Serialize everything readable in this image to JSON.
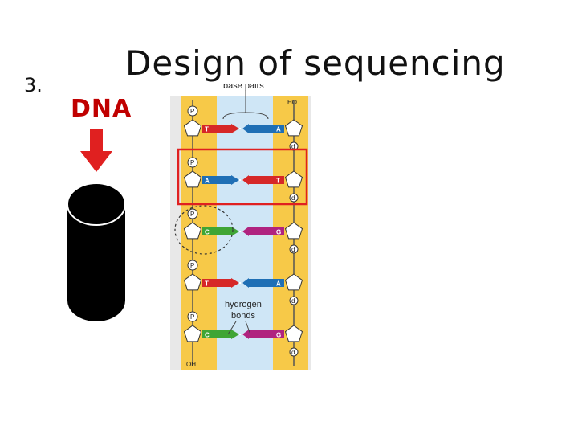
{
  "slide": {
    "number": "3.",
    "title": "Design of sequencing",
    "dna_label": "DNA"
  },
  "figure": {
    "base_pairs_label": "base pairs",
    "hydrogen_bonds_label": [
      "hydrogen",
      "bonds"
    ],
    "end_top": "HO",
    "end_bottom": "OH",
    "phosphate_label": "P",
    "sugar_label": "d",
    "rungs": [
      {
        "left": "T",
        "right": "A",
        "left_color": "#d62828",
        "right_color": "#1f6fb5"
      },
      {
        "left": "A",
        "right": "T",
        "left_color": "#1f6fb5",
        "right_color": "#d62828"
      },
      {
        "left": "C",
        "right": "G",
        "left_color": "#3fa535",
        "right_color": "#b0237f"
      },
      {
        "left": "T",
        "right": "A",
        "left_color": "#d62828",
        "right_color": "#1f6fb5"
      },
      {
        "left": "C",
        "right": "G",
        "left_color": "#3fa535",
        "right_color": "#b0237f"
      }
    ]
  },
  "colors": {
    "accent_red": "#e02020",
    "backbone_yellow": "#f7c948",
    "pair_area_blue": "#cfe6f6",
    "column_black": "#000000"
  }
}
